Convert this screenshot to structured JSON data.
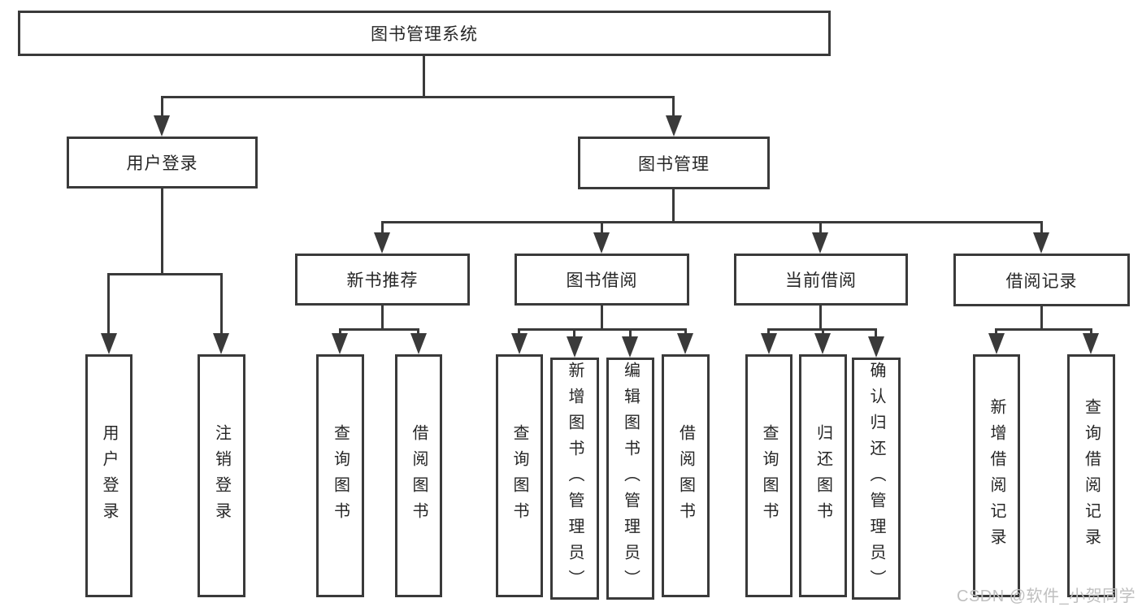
{
  "diagram": {
    "tree": {
      "label": "图书管理系统",
      "children": [
        {
          "label": "用户登录",
          "children": [
            {
              "label": "用户登录"
            },
            {
              "label": "注销登录"
            }
          ]
        },
        {
          "label": "图书管理",
          "children": [
            {
              "label": "新书推荐",
              "children": [
                {
                  "label": "查询图书"
                },
                {
                  "label": "借阅图书"
                }
              ]
            },
            {
              "label": "图书借阅",
              "children": [
                {
                  "label": "查询图书"
                },
                {
                  "label": "新增图书（管理员）"
                },
                {
                  "label": "编辑图书（管理员）"
                },
                {
                  "label": "借阅图书"
                }
              ]
            },
            {
              "label": "当前借阅",
              "children": [
                {
                  "label": "查询图书"
                },
                {
                  "label": "归还图书"
                },
                {
                  "label": "确认归还（管理员）"
                }
              ]
            },
            {
              "label": "借阅记录",
              "children": [
                {
                  "label": "新增借阅记录"
                },
                {
                  "label": "查询借阅记录"
                }
              ]
            }
          ]
        }
      ]
    },
    "watermark": "CSDN @软件_小贺同学",
    "colors": {
      "line": "#3a3a3a",
      "text": "#262626",
      "watermark": "#bfbfbf",
      "background": "#ffffff"
    }
  }
}
